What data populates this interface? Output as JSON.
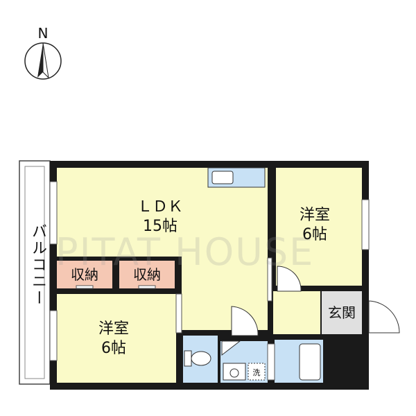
{
  "compass": {
    "north_label": "N"
  },
  "rooms": {
    "ldk": {
      "name": "ＬＤＫ",
      "size": "15帖"
    },
    "western_room_right": {
      "name": "洋室",
      "size": "6帖"
    },
    "western_room_left": {
      "name": "洋室",
      "size": "6帖"
    },
    "storage_1": {
      "name": "収納"
    },
    "storage_2": {
      "name": "収納"
    },
    "entrance": {
      "name": "玄関"
    },
    "balcony": {
      "name": "バルコニー"
    },
    "laundry": {
      "name": "洗"
    }
  },
  "watermark": "PITAT HOUSE",
  "colors": {
    "room_fill": "#fafac8",
    "storage_fill": "#f5c8b4",
    "wet_fill": "#c8e1f5",
    "entrance_fill": "#e0e0e0",
    "wall": "#1a1a1a"
  }
}
